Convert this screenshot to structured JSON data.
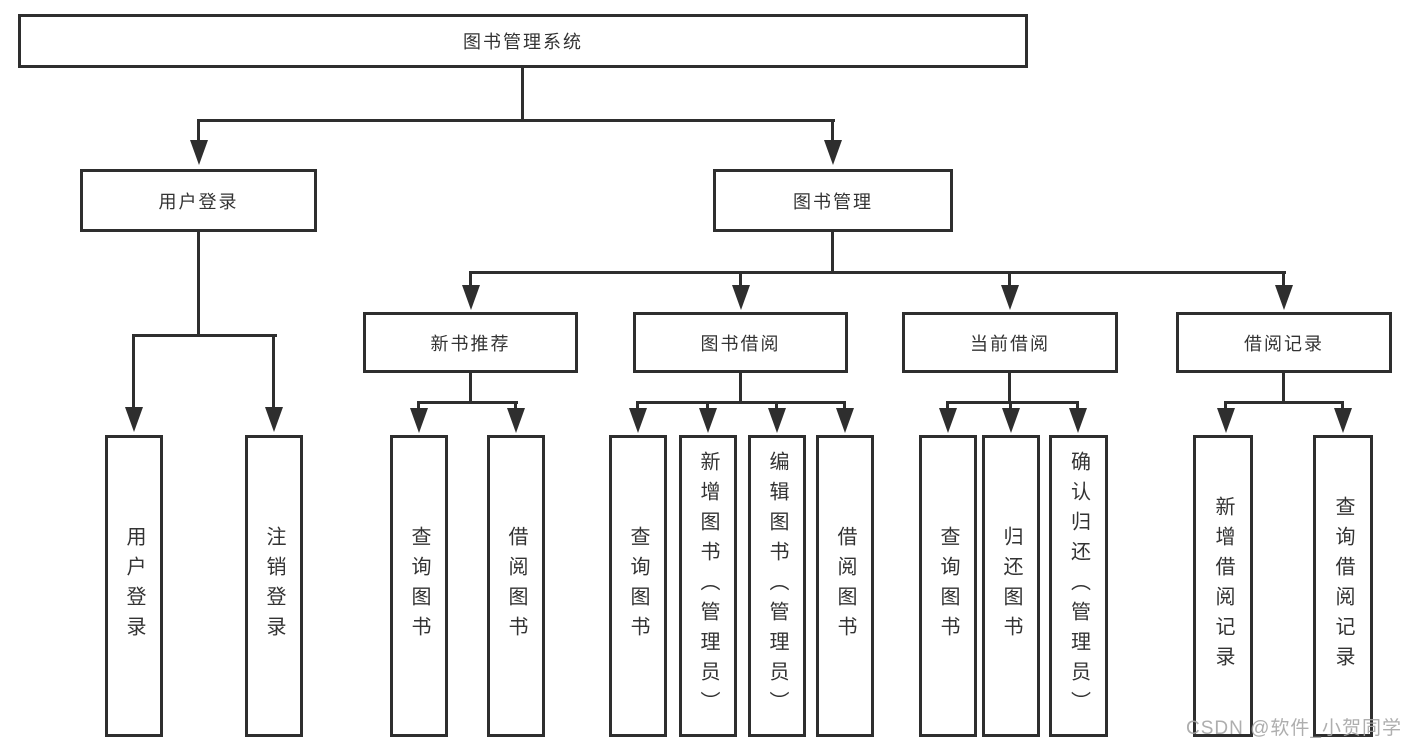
{
  "tree": {
    "label": "图书管理系统",
    "children": [
      {
        "label": "用户登录",
        "children": [
          {
            "label": "用户登录"
          },
          {
            "label": "注销登录"
          }
        ]
      },
      {
        "label": "图书管理",
        "children": [
          {
            "label": "新书推荐",
            "children": [
              {
                "label": "查询图书"
              },
              {
                "label": "借阅图书"
              }
            ]
          },
          {
            "label": "图书借阅",
            "children": [
              {
                "label": "查询图书"
              },
              {
                "label": "新增图书（管理员）"
              },
              {
                "label": "编辑图书（管理员）"
              },
              {
                "label": "借阅图书"
              }
            ]
          },
          {
            "label": "当前借阅",
            "children": [
              {
                "label": "查询图书"
              },
              {
                "label": "归还图书"
              },
              {
                "label": "确认归还（管理员）"
              }
            ]
          },
          {
            "label": "借阅记录",
            "children": [
              {
                "label": "新增借阅记录"
              },
              {
                "label": "查询借阅记录"
              }
            ]
          }
        ]
      }
    ]
  },
  "watermark": {
    "text": "CSDN @软件_小贺同学"
  },
  "colors": {
    "line": "#2e2e2e",
    "text": "#333333",
    "background": "#ffffff",
    "watermark": "#a5a5a5"
  }
}
